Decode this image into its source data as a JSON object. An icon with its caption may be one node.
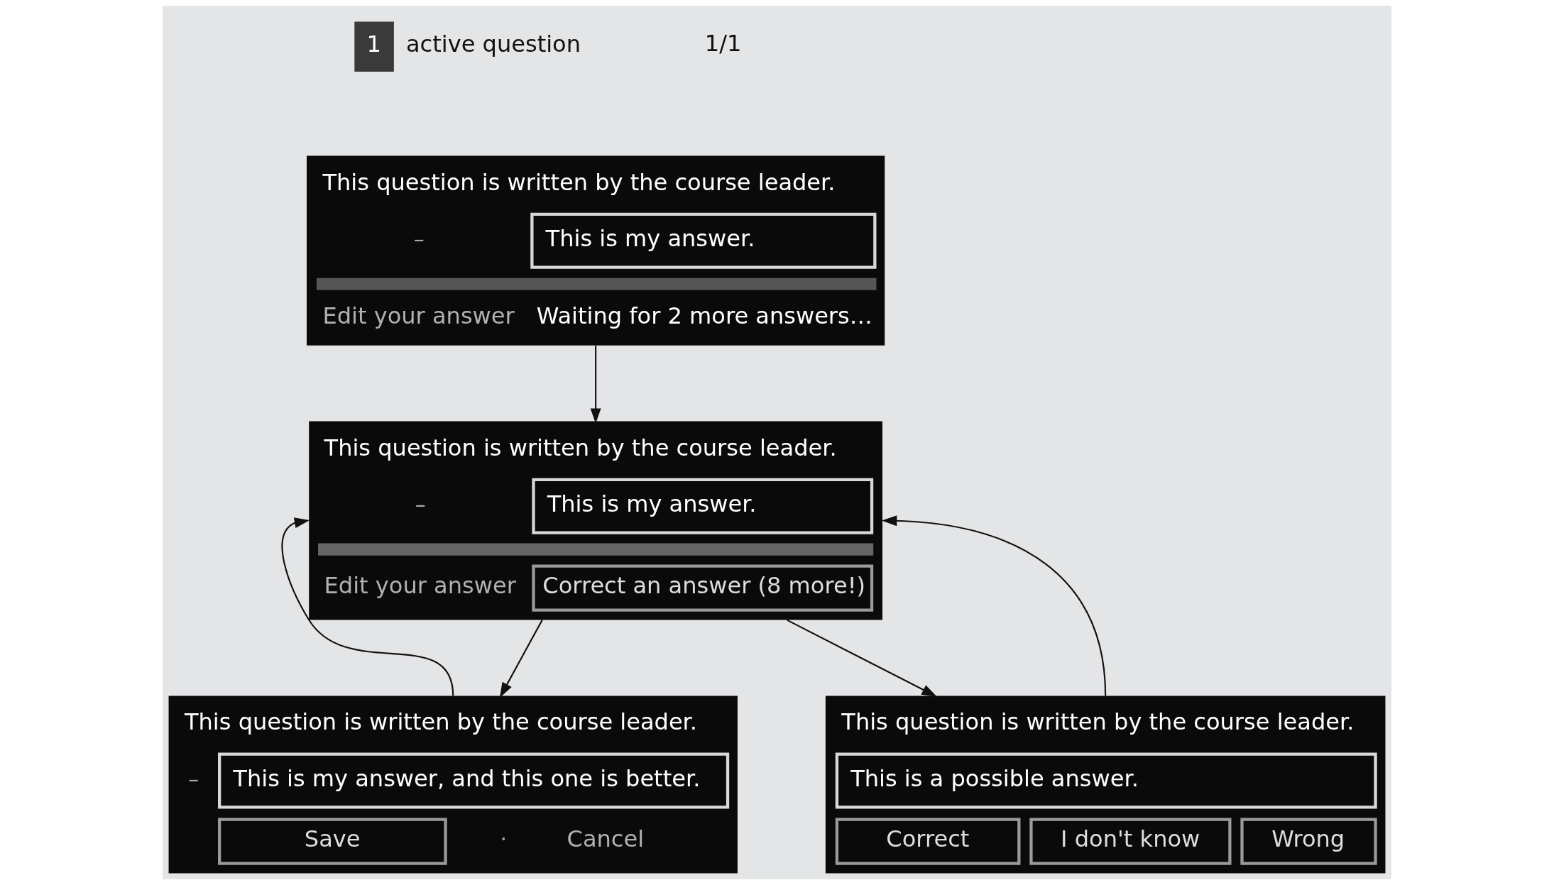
{
  "diagram": {
    "nodes": [
      {
        "text": [
          "1"
        ],
        "beside": [
          "active question"
        ]
      },
      {
        "text": [
          "This question is written by the course leader.",
          "–",
          "This is my answer.",
          "Edit your answer",
          "Waiting for 2 more answers…"
        ]
      },
      {
        "text": [
          "This question is written by the course leader.",
          "–",
          "This is my answer.",
          "Edit your answer",
          "Correct an answer (8 more!)"
        ]
      },
      {
        "text": [
          "This question is written by the course leader.",
          "–",
          "This is my answer, and this one is better.",
          "Save",
          "·",
          "Cancel"
        ]
      },
      {
        "text": [
          "This question is written by the course leader.",
          "This is a possible answer.",
          "Correct",
          "I don't know",
          "Wrong"
        ]
      }
    ],
    "edges": [
      {
        "from": 1,
        "to": 2,
        "arrow": "to"
      },
      {
        "from": 3,
        "to": 2,
        "arrow": "to"
      },
      {
        "from": 2,
        "to": 3,
        "arrow": "to"
      },
      {
        "from": 2,
        "to": 4,
        "arrow": "to"
      },
      {
        "from": 4,
        "to": 2,
        "arrow": "to"
      }
    ],
    "labels": [
      "1/1"
    ]
  }
}
